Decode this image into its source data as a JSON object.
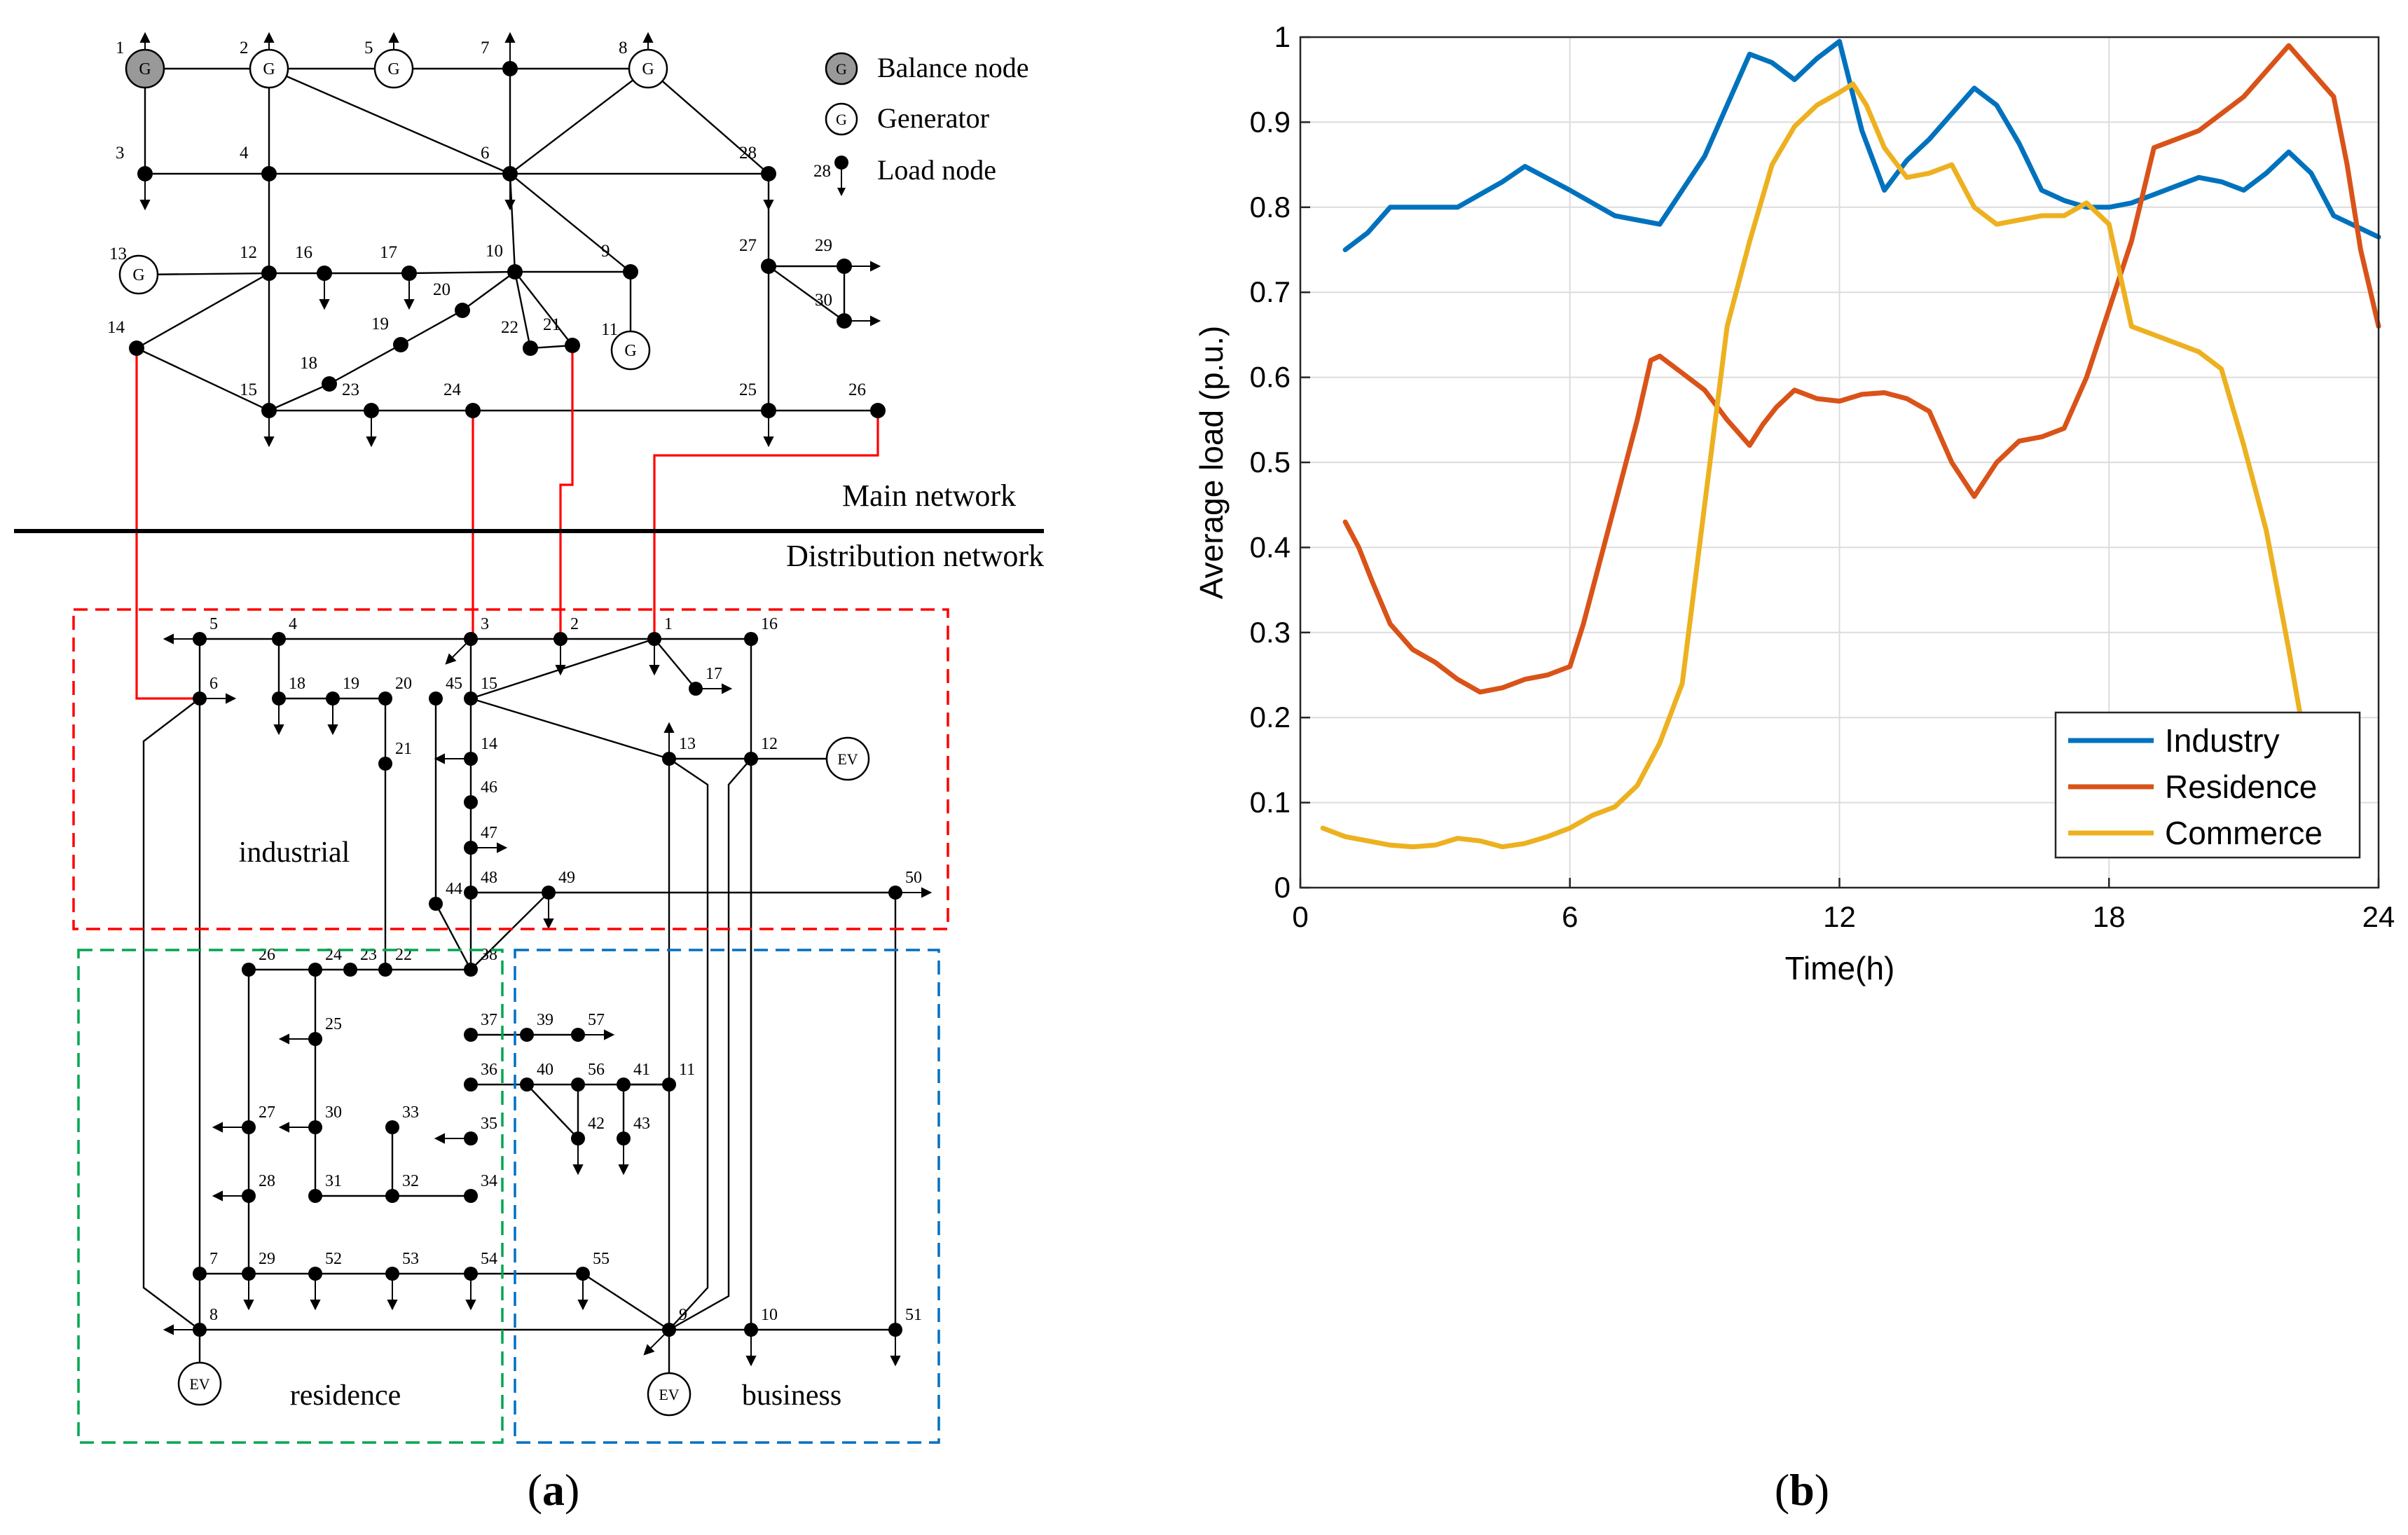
{
  "panel_a": {
    "label_letter": "a",
    "legend": {
      "balance_node": "Balance node",
      "generator": "Generator",
      "load_node": "Load node",
      "gen_glyph": "G",
      "load_example_number": "28"
    },
    "section_main": "Main network",
    "section_distribution": "Distribution network",
    "zones": {
      "industrial": "industrial",
      "residence": "residence",
      "business": "business"
    },
    "gen_glyph": "G",
    "ev_glyph": "EV",
    "colors": {
      "industrial_box": "#ff0000",
      "residence_box": "#00a651",
      "business_box": "#0070c0",
      "tie_lines": "#ff0000",
      "balance_fill": "#999999"
    },
    "main_bus_labels": [
      "1",
      "2",
      "3",
      "4",
      "5",
      "6",
      "7",
      "8",
      "9",
      "10",
      "11",
      "12",
      "13",
      "14",
      "15",
      "16",
      "17",
      "18",
      "19",
      "20",
      "21",
      "22",
      "23",
      "24",
      "25",
      "26",
      "27",
      "28",
      "29",
      "30"
    ],
    "dist_bus_labels": [
      "1",
      "2",
      "3",
      "4",
      "5",
      "6",
      "7",
      "8",
      "9",
      "10",
      "11",
      "12",
      "13",
      "14",
      "15",
      "16",
      "17",
      "18",
      "19",
      "20",
      "21",
      "22",
      "23",
      "24",
      "25",
      "26",
      "27",
      "28",
      "29",
      "30",
      "31",
      "32",
      "33",
      "34",
      "35",
      "36",
      "37",
      "38",
      "39",
      "40",
      "41",
      "42",
      "43",
      "44",
      "45",
      "46",
      "47",
      "48",
      "49",
      "50",
      "51",
      "52",
      "53",
      "54",
      "55",
      "56",
      "57"
    ]
  },
  "panel_b": {
    "label_letter": "b",
    "colors": {
      "Industry": "#0072bd",
      "Residence": "#d95319",
      "Commerce": "#edb120"
    },
    "chart_data": {
      "type": "line",
      "title": "",
      "xlabel": "Time(h)",
      "ylabel": "Average load (p.u.)",
      "xlim": [
        0,
        24
      ],
      "ylim": [
        0,
        1
      ],
      "xticks": [
        "0",
        "6",
        "12",
        "18",
        "24"
      ],
      "yticks": [
        "0",
        "0.1",
        "0.2",
        "0.3",
        "0.4",
        "0.5",
        "0.6",
        "0.7",
        "0.8",
        "0.9",
        "1"
      ],
      "grid": true,
      "legend_position": "bottom-right",
      "series": [
        {
          "name": "Industry",
          "x": [
            1,
            1.5,
            2,
            3,
            3.5,
            4,
            4.5,
            5,
            6,
            7,
            7.5,
            8,
            8.5,
            9,
            9.5,
            10,
            10.5,
            11,
            11.5,
            12,
            12.5,
            13,
            13.5,
            14,
            15,
            15.5,
            16,
            16.5,
            17,
            17.5,
            18,
            18.5,
            19,
            20,
            20.5,
            21,
            21.5,
            22,
            22.5,
            23,
            24
          ],
          "values": [
            0.75,
            0.77,
            0.8,
            0.8,
            0.8,
            0.815,
            0.83,
            0.848,
            0.82,
            0.79,
            0.785,
            0.78,
            0.82,
            0.86,
            0.92,
            0.98,
            0.97,
            0.95,
            0.975,
            0.995,
            0.89,
            0.82,
            0.855,
            0.88,
            0.94,
            0.92,
            0.875,
            0.82,
            0.808,
            0.8,
            0.8,
            0.805,
            0.815,
            0.835,
            0.83,
            0.82,
            0.84,
            0.865,
            0.84,
            0.79,
            0.765
          ]
        },
        {
          "name": "Residence",
          "x": [
            1,
            1.3,
            1.6,
            2,
            2.5,
            3,
            3.5,
            4,
            4.5,
            5,
            5.5,
            6,
            6.3,
            6.6,
            7,
            7.5,
            7.8,
            8,
            8.5,
            9,
            9.5,
            10,
            10.3,
            10.6,
            11,
            11.5,
            12,
            12.5,
            13,
            13.5,
            14,
            14.5,
            15,
            15.5,
            16,
            16.5,
            17,
            17.5,
            18,
            18.5,
            19,
            19.5,
            20,
            20.5,
            21,
            21.5,
            22,
            22.5,
            23,
            23.3,
            23.6,
            24
          ],
          "values": [
            0.43,
            0.4,
            0.36,
            0.31,
            0.28,
            0.265,
            0.245,
            0.23,
            0.235,
            0.245,
            0.25,
            0.26,
            0.31,
            0.37,
            0.45,
            0.55,
            0.62,
            0.625,
            0.605,
            0.585,
            0.55,
            0.52,
            0.545,
            0.565,
            0.585,
            0.575,
            0.572,
            0.58,
            0.582,
            0.575,
            0.56,
            0.5,
            0.46,
            0.5,
            0.525,
            0.53,
            0.54,
            0.6,
            0.68,
            0.76,
            0.87,
            0.88,
            0.89,
            0.91,
            0.93,
            0.96,
            0.99,
            0.96,
            0.93,
            0.85,
            0.75,
            0.66
          ]
        },
        {
          "name": "Commerce",
          "x": [
            0.5,
            1,
            1.5,
            2,
            2.5,
            3,
            3.5,
            4,
            4.5,
            5,
            5.5,
            6,
            6.5,
            7,
            7.5,
            8,
            8.5,
            9,
            9.5,
            10,
            10.5,
            11,
            11.5,
            12,
            12.3,
            12.6,
            13,
            13.5,
            14,
            14.5,
            15,
            15.5,
            16,
            16.5,
            17,
            17.5,
            18,
            18.5,
            19,
            19.5,
            20,
            20.5,
            21,
            21.5,
            22,
            22.3
          ],
          "values": [
            0.07,
            0.06,
            0.055,
            0.05,
            0.048,
            0.05,
            0.058,
            0.055,
            0.048,
            0.052,
            0.06,
            0.07,
            0.085,
            0.095,
            0.12,
            0.17,
            0.24,
            0.45,
            0.66,
            0.76,
            0.85,
            0.895,
            0.92,
            0.935,
            0.945,
            0.92,
            0.87,
            0.835,
            0.84,
            0.85,
            0.8,
            0.78,
            0.785,
            0.79,
            0.79,
            0.805,
            0.78,
            0.66,
            0.65,
            0.64,
            0.63,
            0.61,
            0.52,
            0.42,
            0.28,
            0.19
          ]
        }
      ]
    }
  }
}
